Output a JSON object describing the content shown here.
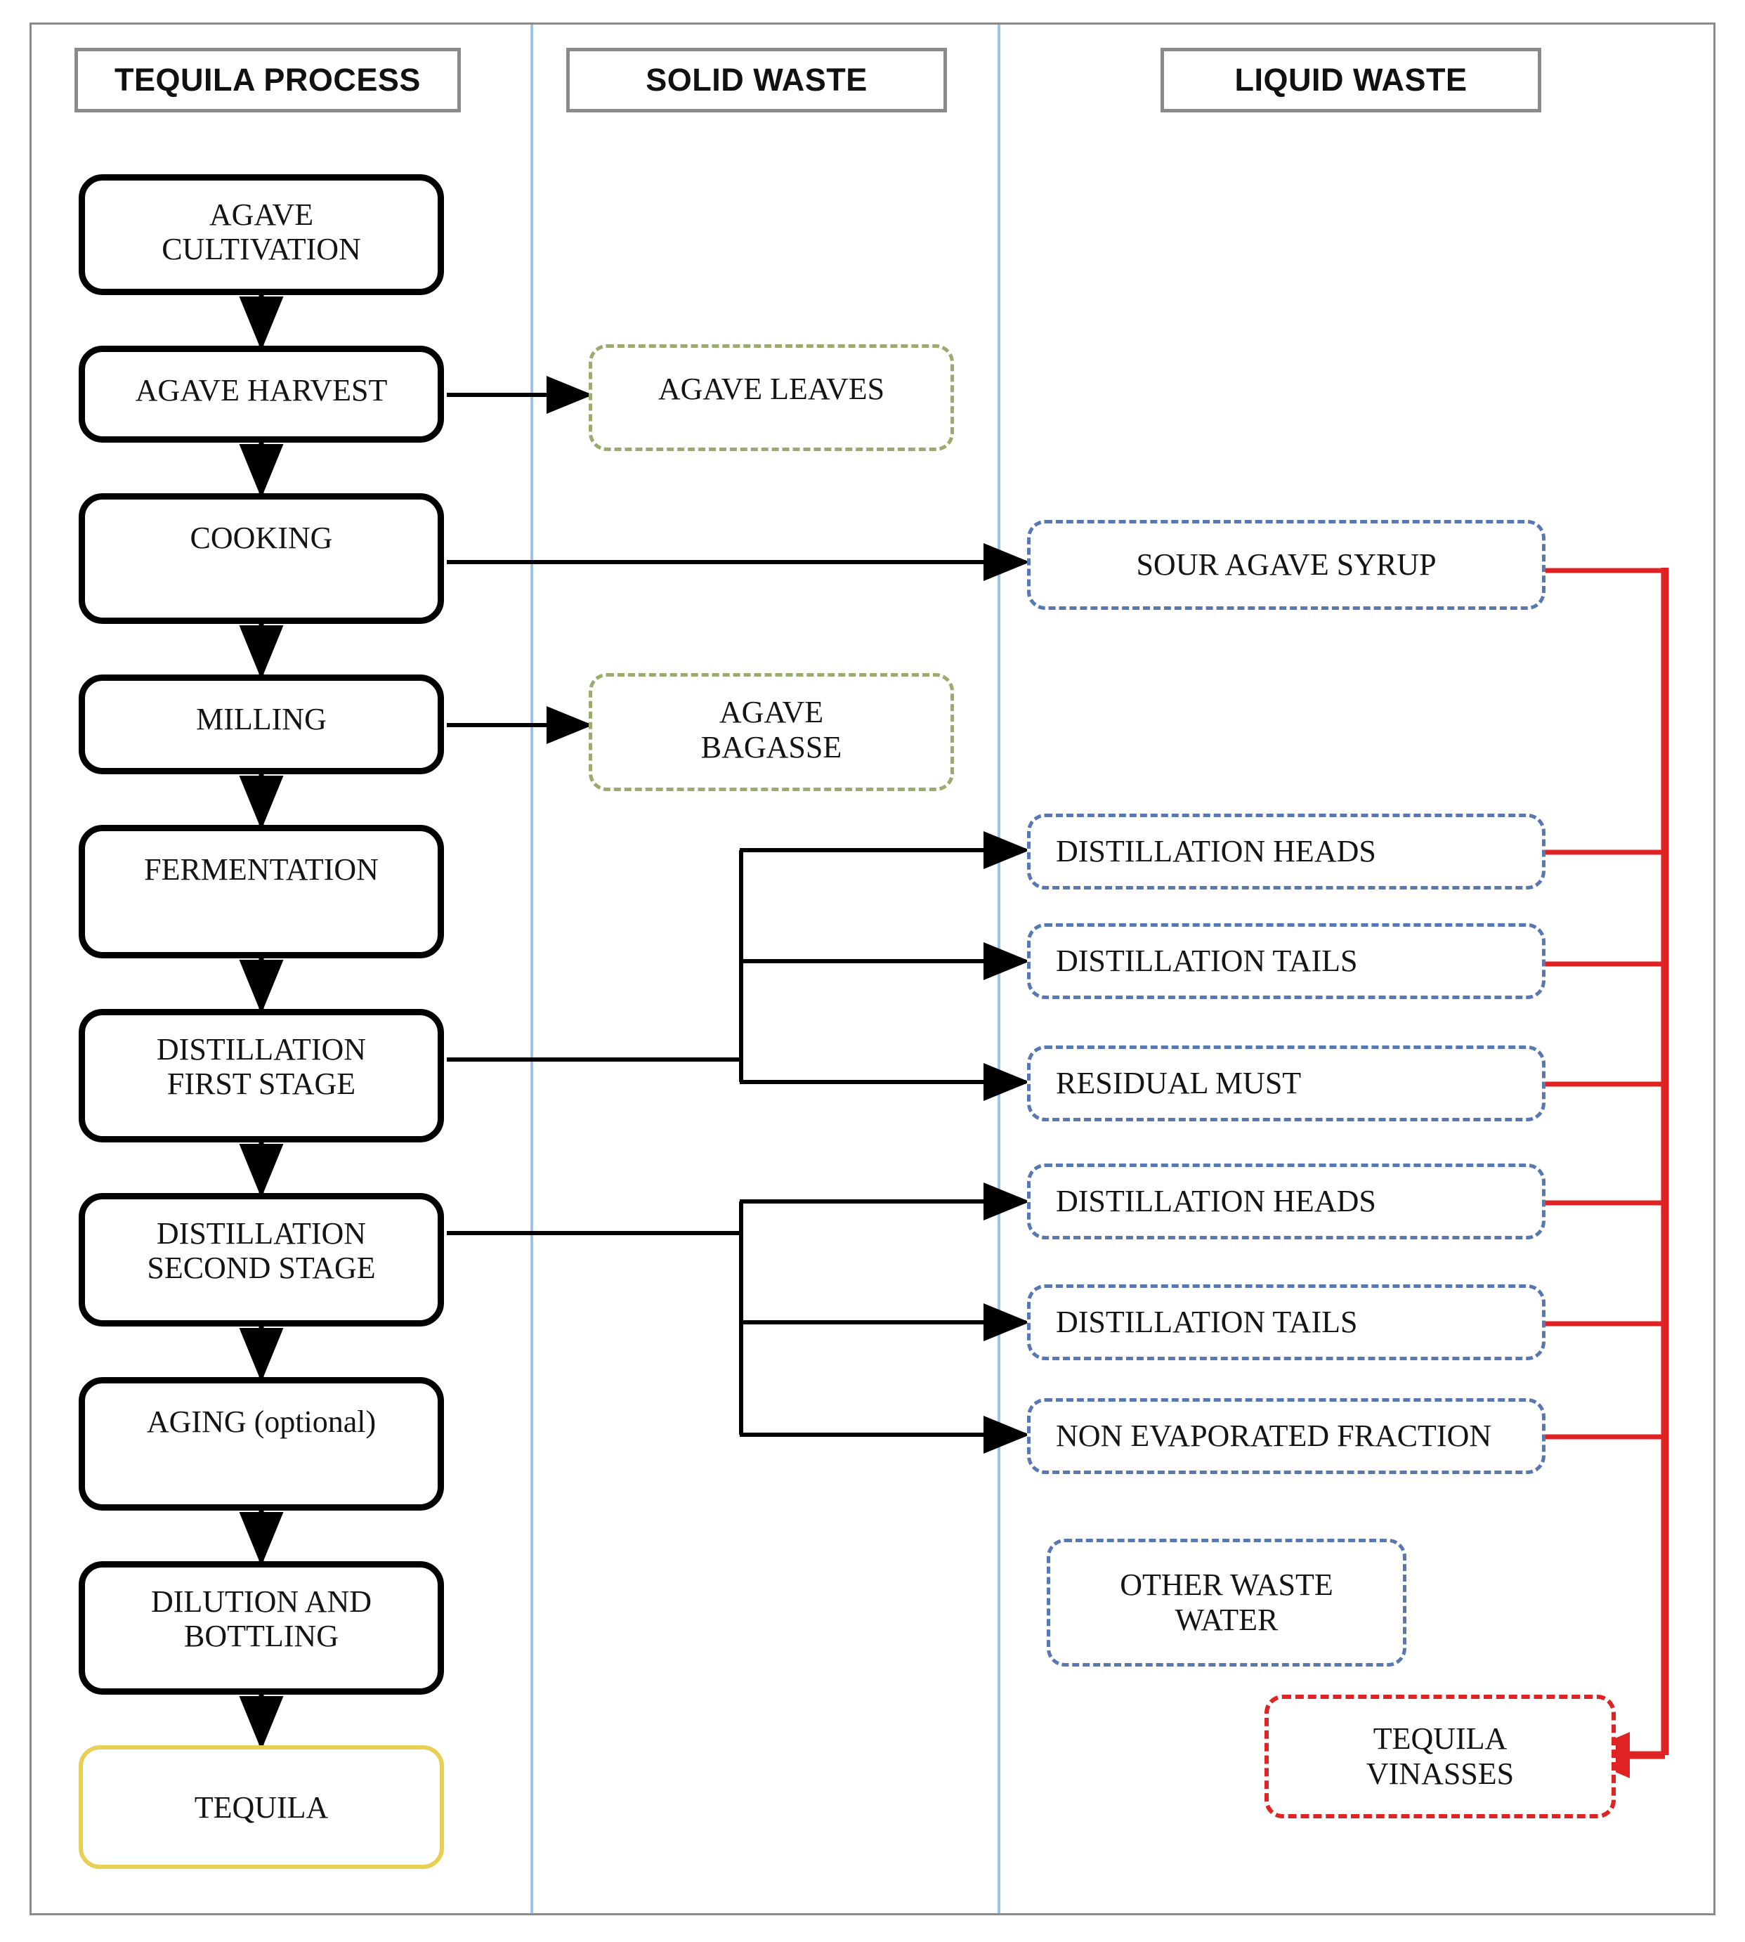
{
  "headers": {
    "process": "TEQUILA PROCESS",
    "solid": "SOLID WASTE",
    "liquid": "LIQUID WASTE"
  },
  "colors": {
    "frame": "#8a8a8a",
    "process_box_border": "#000000",
    "solid_waste_border": "#9aab6e",
    "liquid_waste_border": "#5878b4",
    "tequila_border": "#e8cf56",
    "vinasses_border": "#e02222",
    "collector_line": "#e02222",
    "column_divider": "#9dc3e6",
    "arrow": "#000000"
  },
  "process_steps": [
    {
      "id": "agave-cultivation",
      "label": "AGAVE\nCULTIVATION"
    },
    {
      "id": "agave-harvest",
      "label": "AGAVE HARVEST"
    },
    {
      "id": "cooking",
      "label": "COOKING"
    },
    {
      "id": "milling",
      "label": "MILLING"
    },
    {
      "id": "fermentation",
      "label": "FERMENTATION"
    },
    {
      "id": "distillation-first-stage",
      "label": "DISTILLATION\nFIRST STAGE"
    },
    {
      "id": "distillation-second-stage",
      "label": "DISTILLATION\nSECOND STAGE"
    },
    {
      "id": "aging",
      "label": "AGING (optional)"
    },
    {
      "id": "dilution-and-bottling",
      "label": "DILUTION AND\nBOTTLING"
    }
  ],
  "product": {
    "id": "tequila",
    "label": "TEQUILA"
  },
  "solid_waste": [
    {
      "id": "agave-leaves",
      "label": "AGAVE LEAVES",
      "source": "agave-harvest"
    },
    {
      "id": "agave-bagasse",
      "label": "AGAVE\nBAGASSE",
      "source": "milling"
    }
  ],
  "liquid_waste": [
    {
      "id": "sour-agave-syrup",
      "label": "SOUR AGAVE SYRUP",
      "source": "cooking",
      "to_collector": true
    },
    {
      "id": "distillation-heads-1",
      "label": "DISTILLATION HEADS",
      "source": "distillation-first-stage",
      "to_collector": true
    },
    {
      "id": "distillation-tails-1",
      "label": "DISTILLATION TAILS",
      "source": "distillation-first-stage",
      "to_collector": true
    },
    {
      "id": "residual-must",
      "label": "RESIDUAL MUST",
      "source": "distillation-first-stage",
      "to_collector": true
    },
    {
      "id": "distillation-heads-2",
      "label": "DISTILLATION HEADS",
      "source": "distillation-second-stage",
      "to_collector": true
    },
    {
      "id": "distillation-tails-2",
      "label": "DISTILLATION TAILS",
      "source": "distillation-second-stage",
      "to_collector": true
    },
    {
      "id": "non-evaporated-fraction",
      "label": "NON EVAPORATED FRACTION",
      "source": "distillation-second-stage",
      "to_collector": true
    },
    {
      "id": "other-waste-water",
      "label": "OTHER WASTE\nWATER",
      "source": null,
      "to_collector": false
    }
  ],
  "final_waste": {
    "id": "tequila-vinasses",
    "label": "TEQUILA\nVINASSES"
  }
}
